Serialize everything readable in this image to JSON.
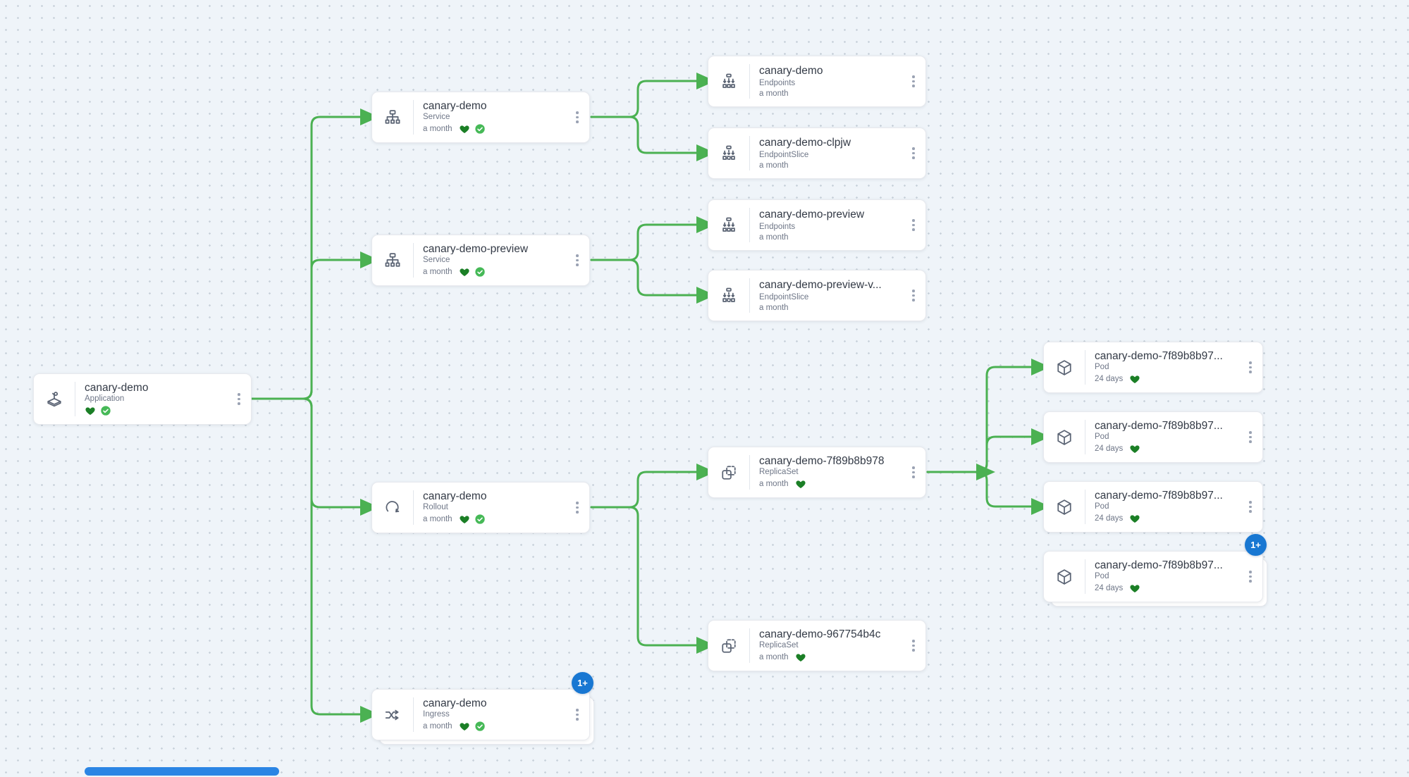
{
  "canvas": {
    "background": "#eff4f9",
    "dot_color": "#c9d2db",
    "edge_color": "#4bb152",
    "heart_color": "#1b7f26",
    "check_color": "#46b957"
  },
  "badge": {
    "label": "1+",
    "color": "#1877d2"
  },
  "nodes": [
    {
      "title": "canary-demo",
      "kind": "Application",
      "age": ""
    },
    {
      "title": "canary-demo",
      "kind": "Service",
      "age": "a month"
    },
    {
      "title": "canary-demo-preview",
      "kind": "Service",
      "age": "a month"
    },
    {
      "title": "canary-demo",
      "kind": "Rollout",
      "age": "a month"
    },
    {
      "title": "canary-demo",
      "kind": "Ingress",
      "age": "a month"
    },
    {
      "title": "canary-demo",
      "kind": "Endpoints",
      "age": "a month"
    },
    {
      "title": "canary-demo-clpjw",
      "kind": "EndpointSlice",
      "age": "a month"
    },
    {
      "title": "canary-demo-preview",
      "kind": "Endpoints",
      "age": "a month"
    },
    {
      "title": "canary-demo-preview-v...",
      "kind": "EndpointSlice",
      "age": "a month"
    },
    {
      "title": "canary-demo-7f89b8b978",
      "kind": "ReplicaSet",
      "age": "a month"
    },
    {
      "title": "canary-demo-967754b4c",
      "kind": "ReplicaSet",
      "age": "a month"
    },
    {
      "title": "canary-demo-7f89b8b97...",
      "kind": "Pod",
      "age": "24 days"
    },
    {
      "title": "canary-demo-7f89b8b97...",
      "kind": "Pod",
      "age": "24 days"
    },
    {
      "title": "canary-demo-7f89b8b97...",
      "kind": "Pod",
      "age": "24 days"
    },
    {
      "title": "canary-demo-7f89b8b97...",
      "kind": "Pod",
      "age": "24 days"
    }
  ]
}
